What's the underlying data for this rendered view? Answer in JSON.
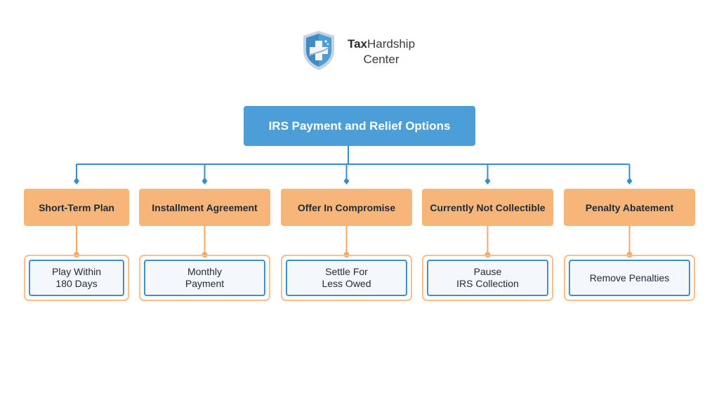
{
  "logo": {
    "brand_bold": "Tax",
    "brand_regular": "Hardship",
    "brand_line2": "Center",
    "icon": "shield-cross-icon",
    "colors": {
      "shield": "#4b9fd6",
      "shield_border": "#9fb4c6"
    }
  },
  "diagram": {
    "root": "IRS Payment and Relief Options",
    "categories": [
      {
        "label": "Short-Term Plan",
        "detail": "Play Within\n180 Days"
      },
      {
        "label": "Installment Agreement",
        "detail": "Monthly\nPayment"
      },
      {
        "label": "Offer In Compromise",
        "detail": "Settle For\nLess Owed"
      },
      {
        "label": "Currently Not Collectible",
        "detail": "Pause\nIRS Collection"
      },
      {
        "label": "Penalty Abatement",
        "detail": "Remove Penalties"
      }
    ],
    "colors": {
      "root_fill": "#4b9fd6",
      "category_fill": "#f6b67a",
      "detail_border": "#3f8fc8",
      "detail_outer_border": "#f6c08e",
      "blue_connector": "#3a8cc6",
      "orange_connector": "#f2a965"
    }
  }
}
